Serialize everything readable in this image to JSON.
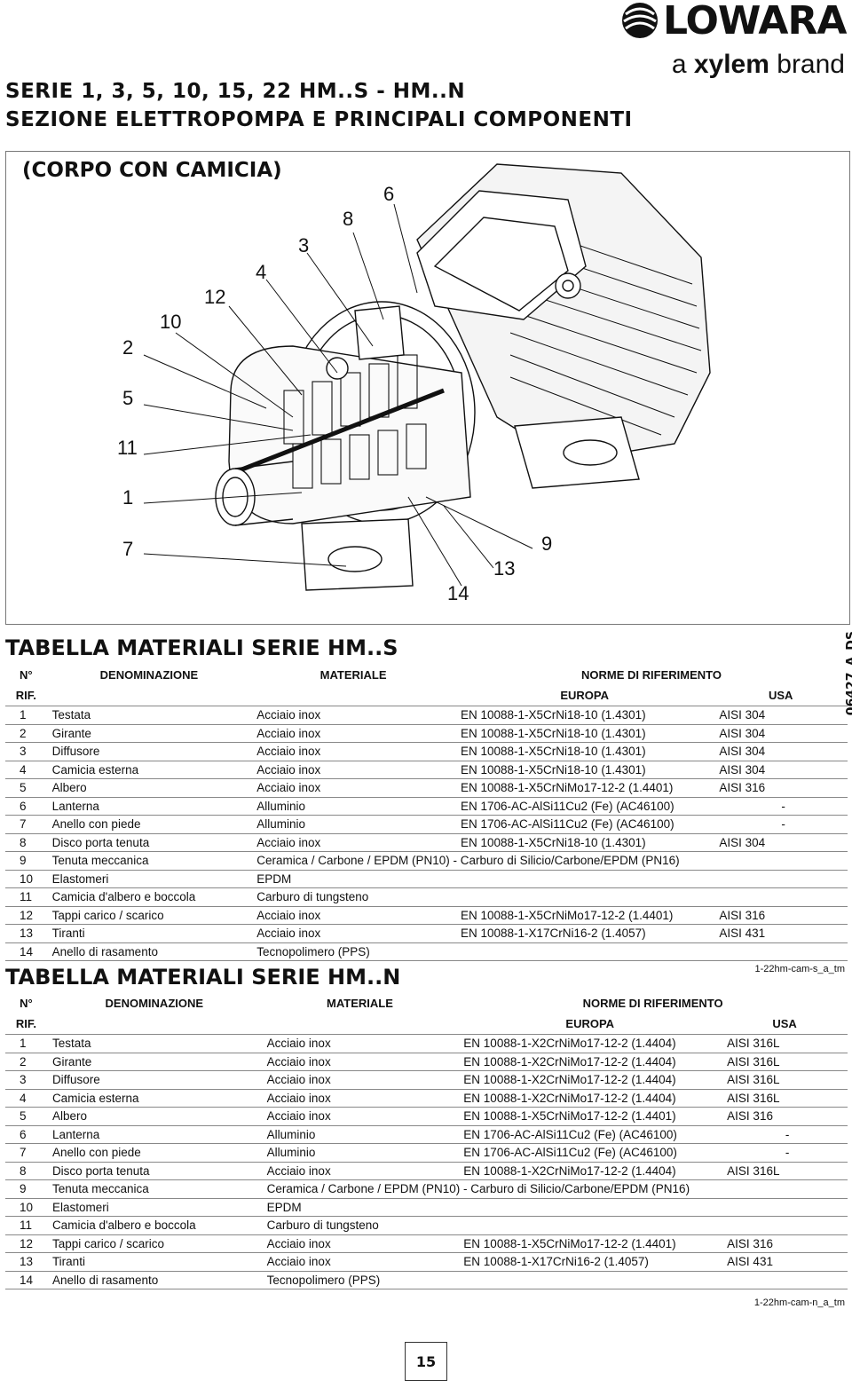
{
  "header": {
    "title_line1": "SERIE 1, 3, 5, 10, 15, 22 HM..S - HM..N",
    "title_line2": "SEZIONE ELETTROPOMPA E PRINCIPALI COMPONENTI",
    "logo_word": "LOWARA",
    "logo_sub_prefix": "a ",
    "logo_sub_brand": "xylem",
    "logo_sub_suffix": " brand"
  },
  "figure": {
    "subtitle": "(CORPO CON CAMICIA)",
    "code": "06427_A_DS",
    "callouts": [
      "6",
      "8",
      "3",
      "4",
      "12",
      "10",
      "2",
      "5",
      "11",
      "1",
      "7",
      "14",
      "13",
      "9"
    ]
  },
  "table_s": {
    "heading": "TABELLA MATERIALI SERIE HM..S",
    "col_n": "N°",
    "col_rif": "RIF.",
    "col_den": "DENOMINAZIONE",
    "col_mat": "MATERIALE",
    "col_norme": "NORME DI RIFERIMENTO",
    "col_europa": "EUROPA",
    "col_usa": "USA",
    "rows": [
      {
        "n": "1",
        "den": "Testata",
        "mat": "Acciaio inox",
        "eu": "EN 10088-1-X5CrNi18-10 (1.4301)",
        "usa": "AISI 304"
      },
      {
        "n": "2",
        "den": "Girante",
        "mat": "Acciaio inox",
        "eu": "EN 10088-1-X5CrNi18-10 (1.4301)",
        "usa": "AISI 304"
      },
      {
        "n": "3",
        "den": "Diffusore",
        "mat": "Acciaio inox",
        "eu": "EN 10088-1-X5CrNi18-10 (1.4301)",
        "usa": "AISI 304"
      },
      {
        "n": "4",
        "den": "Camicia esterna",
        "mat": "Acciaio inox",
        "eu": "EN 10088-1-X5CrNi18-10 (1.4301)",
        "usa": "AISI 304"
      },
      {
        "n": "5",
        "den": "Albero",
        "mat": "Acciaio inox",
        "eu": "EN 10088-1-X5CrNiMo17-12-2 (1.4401)",
        "usa": "AISI 316"
      },
      {
        "n": "6",
        "den": "Lanterna",
        "mat": "Alluminio",
        "eu": "EN 1706-AC-AlSi11Cu2 (Fe) (AC46100)",
        "usa": "-"
      },
      {
        "n": "7",
        "den": "Anello con piede",
        "mat": "Alluminio",
        "eu": "EN 1706-AC-AlSi11Cu2 (Fe) (AC46100)",
        "usa": "-"
      },
      {
        "n": "8",
        "den": "Disco porta tenuta",
        "mat": "Acciaio inox",
        "eu": "EN 10088-1-X5CrNi18-10 (1.4301)",
        "usa": "AISI 304"
      },
      {
        "n": "9",
        "den": "Tenuta meccanica",
        "mat": "Ceramica / Carbone / EPDM (PN10)  -  Carburo di Silicio/Carbone/EPDM (PN16)",
        "eu": "",
        "usa": ""
      },
      {
        "n": "10",
        "den": "Elastomeri",
        "mat": "EPDM",
        "eu": "",
        "usa": ""
      },
      {
        "n": "11",
        "den": "Camicia d'albero e boccola",
        "mat": "Carburo di tungsteno",
        "eu": "",
        "usa": ""
      },
      {
        "n": "12",
        "den": "Tappi carico / scarico",
        "mat": "Acciaio inox",
        "eu": "EN 10088-1-X5CrNiMo17-12-2 (1.4401)",
        "usa": "AISI 316"
      },
      {
        "n": "13",
        "den": "Tiranti",
        "mat": "Acciaio inox",
        "eu": "EN 10088-1-X17CrNi16-2 (1.4057)",
        "usa": "AISI 431"
      },
      {
        "n": "14",
        "den": "Anello di rasamento",
        "mat": "Tecnopolimero (PPS)",
        "eu": "",
        "usa": ""
      }
    ],
    "code": "1-22hm-cam-s_a_tm"
  },
  "table_n": {
    "heading": "TABELLA MATERIALI SERIE HM..N",
    "col_n": "N°",
    "col_rif": "RIF.",
    "col_den": "DENOMINAZIONE",
    "col_mat": "MATERIALE",
    "col_norme": "NORME DI RIFERIMENTO",
    "col_europa": "EUROPA",
    "col_usa": "USA",
    "rows": [
      {
        "n": "1",
        "den": "Testata",
        "mat": "Acciaio inox",
        "eu": "EN 10088-1-X2CrNiMo17-12-2 (1.4404)",
        "usa": "AISI 316L"
      },
      {
        "n": "2",
        "den": "Girante",
        "mat": "Acciaio inox",
        "eu": "EN 10088-1-X2CrNiMo17-12-2 (1.4404)",
        "usa": "AISI 316L"
      },
      {
        "n": "3",
        "den": "Diffusore",
        "mat": "Acciaio inox",
        "eu": "EN 10088-1-X2CrNiMo17-12-2 (1.4404)",
        "usa": "AISI 316L"
      },
      {
        "n": "4",
        "den": "Camicia esterna",
        "mat": "Acciaio inox",
        "eu": "EN 10088-1-X2CrNiMo17-12-2 (1.4404)",
        "usa": "AISI 316L"
      },
      {
        "n": "5",
        "den": "Albero",
        "mat": "Acciaio inox",
        "eu": "EN 10088-1-X5CrNiMo17-12-2 (1.4401)",
        "usa": "AISI 316"
      },
      {
        "n": "6",
        "den": "Lanterna",
        "mat": "Alluminio",
        "eu": "EN 1706-AC-AlSi11Cu2 (Fe) (AC46100)",
        "usa": "-"
      },
      {
        "n": "7",
        "den": "Anello con piede",
        "mat": "Alluminio",
        "eu": "EN 1706-AC-AlSi11Cu2 (Fe) (AC46100)",
        "usa": "-"
      },
      {
        "n": "8",
        "den": "Disco porta tenuta",
        "mat": "Acciaio inox",
        "eu": "EN 10088-1-X2CrNiMo17-12-2 (1.4404)",
        "usa": "AISI 316L"
      },
      {
        "n": "9",
        "den": "Tenuta meccanica",
        "mat": "Ceramica / Carbone / EPDM (PN10)  -  Carburo di Silicio/Carbone/EPDM (PN16)",
        "eu": "",
        "usa": ""
      },
      {
        "n": "10",
        "den": "Elastomeri",
        "mat": "EPDM",
        "eu": "",
        "usa": ""
      },
      {
        "n": "11",
        "den": "Camicia d'albero e boccola",
        "mat": "Carburo di tungsteno",
        "eu": "",
        "usa": ""
      },
      {
        "n": "12",
        "den": "Tappi carico / scarico",
        "mat": "Acciaio inox",
        "eu": "EN 10088-1-X5CrNiMo17-12-2 (1.4401)",
        "usa": "AISI 316"
      },
      {
        "n": "13",
        "den": "Tiranti",
        "mat": "Acciaio inox",
        "eu": "EN 10088-1-X17CrNi16-2 (1.4057)",
        "usa": "AISI 431"
      },
      {
        "n": "14",
        "den": "Anello di rasamento",
        "mat": "Tecnopolimero (PPS)",
        "eu": "",
        "usa": ""
      }
    ],
    "code": "1-22hm-cam-n_a_tm"
  },
  "page_number": "15"
}
